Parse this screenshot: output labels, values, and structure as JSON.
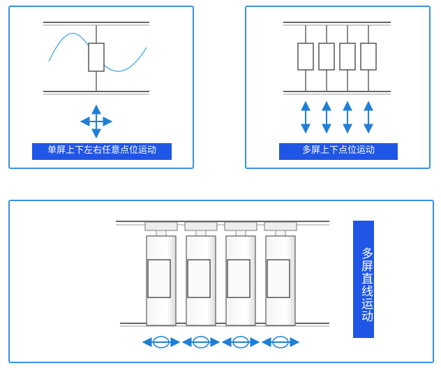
{
  "panels": {
    "single_screen": {
      "label": "单屏上下左右任意点位运动"
    },
    "multi_screen_vertical": {
      "label": "多屏上下点位运动"
    },
    "multi_screen_linear": {
      "label": "多屏直线运动"
    }
  },
  "colors": {
    "border": "#3a8ee6",
    "label_bg": "#1f56e6",
    "arrow": "#1f7fd6",
    "wave": "#4aa8e0",
    "line": "#555555"
  },
  "counts": {
    "vertical_screens": 4,
    "linear_screens": 4
  },
  "icons": [
    "four-way-arrow-icon",
    "vertical-double-arrow-icon",
    "horizontal-double-arrow-icon"
  ]
}
